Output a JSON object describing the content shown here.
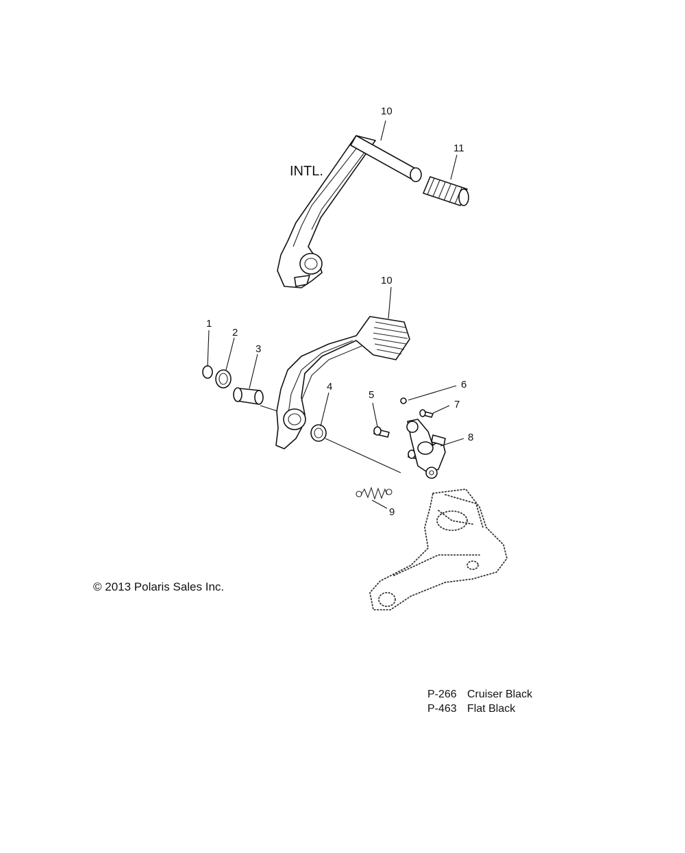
{
  "callouts": {
    "c10_top": "10",
    "c11": "11",
    "c10_mid": "10",
    "c1": "1",
    "c2": "2",
    "c3": "3",
    "c4": "4",
    "c5": "5",
    "c6": "6",
    "c7": "7",
    "c8": "8",
    "c9": "9"
  },
  "intl_label": "INTL.",
  "copyright": "© 2013 Polaris Sales Inc.",
  "paint_codes": [
    {
      "code": "P-266",
      "name": "Cruiser Black"
    },
    {
      "code": "P-463",
      "name": "Flat Black"
    }
  ]
}
